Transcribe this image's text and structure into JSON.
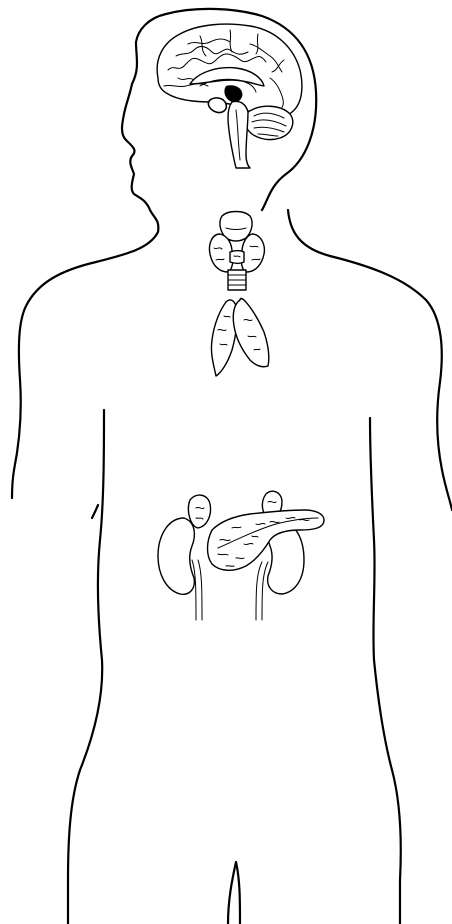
{
  "diagram": {
    "kind": "human endocrine system line drawing",
    "labels_shown": false,
    "colors": {
      "line": "#000000",
      "background": "#ffffff"
    },
    "organs": [
      "brain",
      "pituitary-gland",
      "thyroid-gland",
      "thymus",
      "adrenal-glands",
      "kidneys",
      "pancreas"
    ]
  }
}
